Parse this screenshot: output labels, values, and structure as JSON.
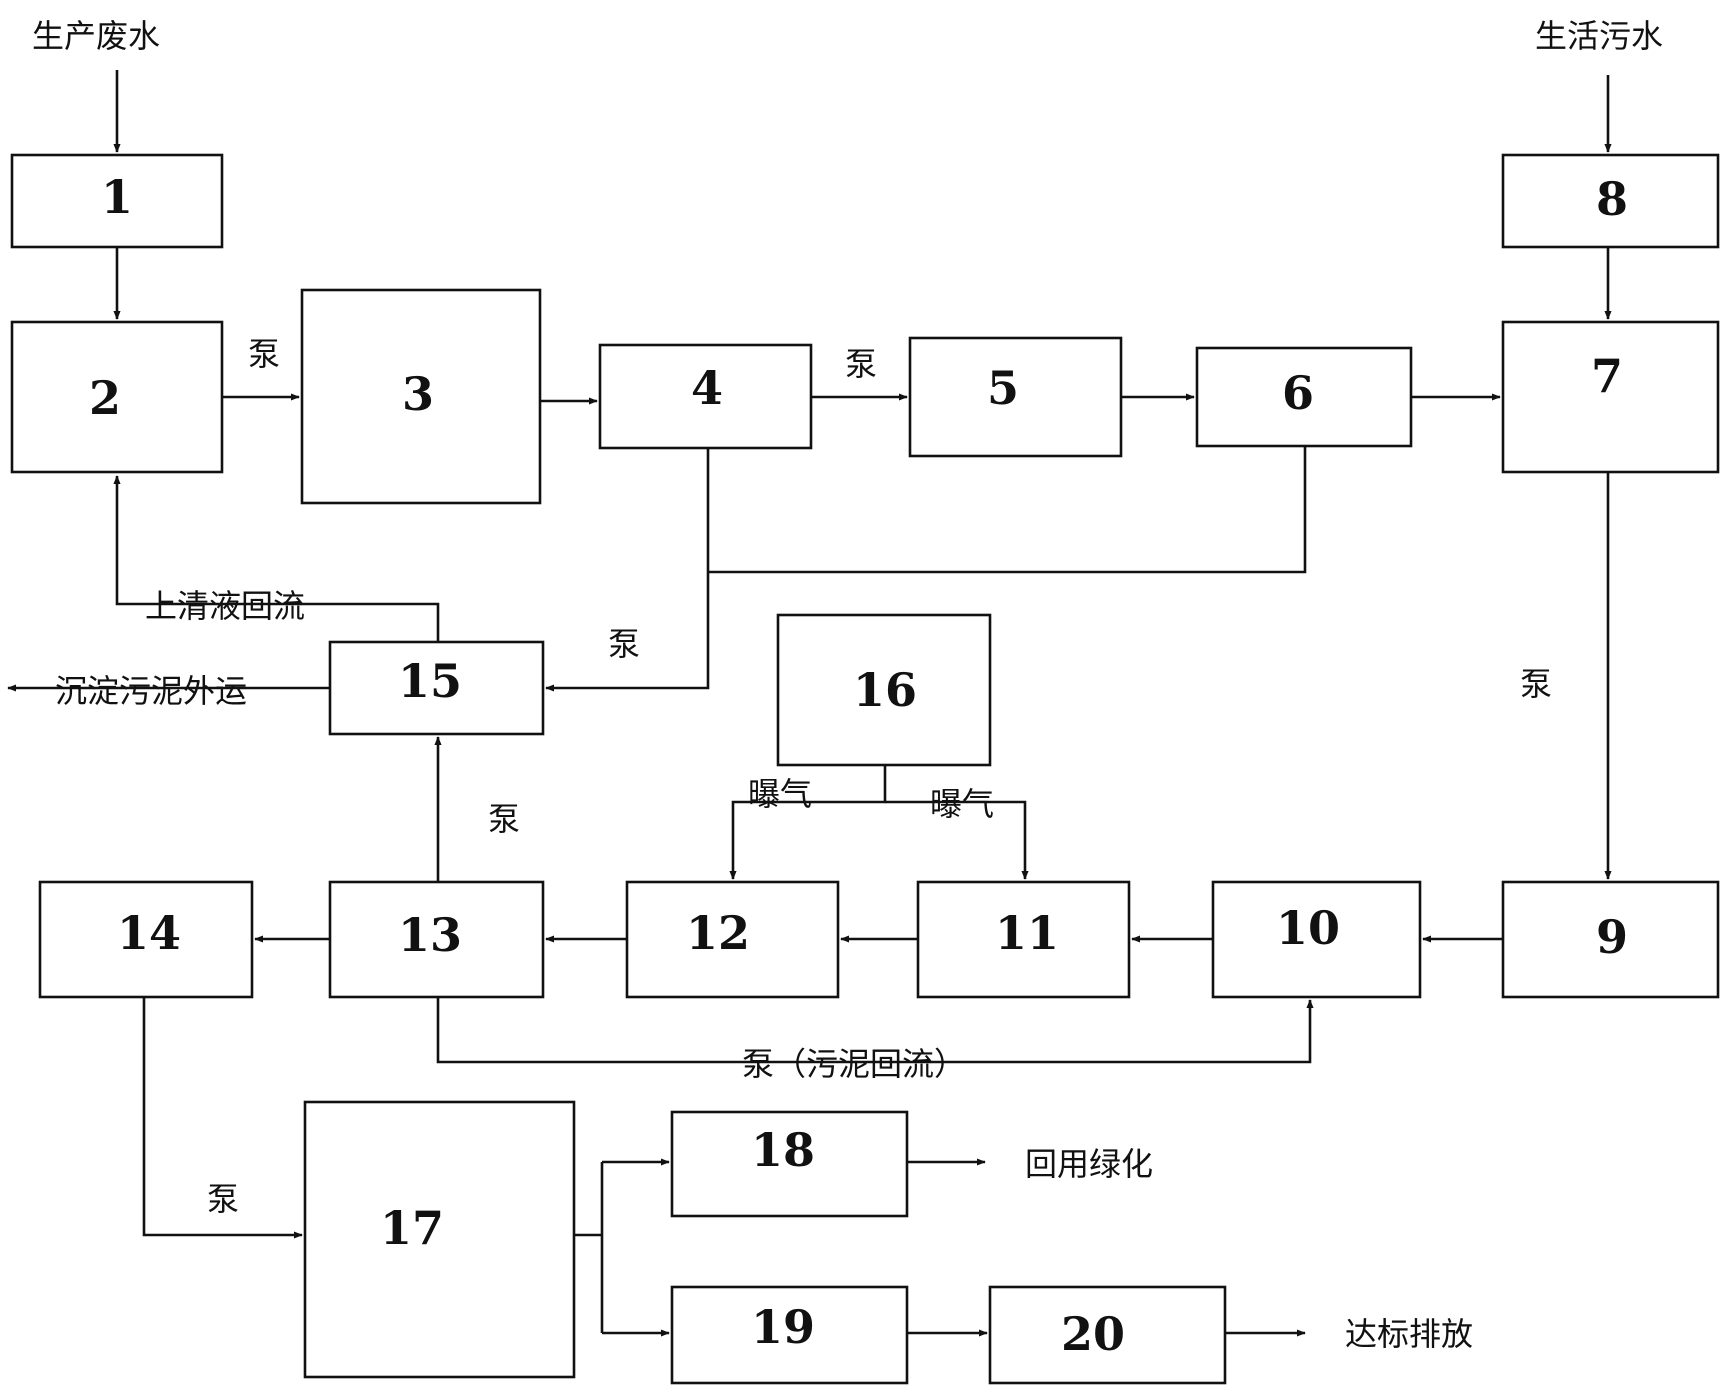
{
  "boxes": {
    "b1": "1",
    "b2": "2",
    "b3": "3",
    "b4": "4",
    "b5": "5",
    "b6": "6",
    "b7": "7",
    "b8": "8",
    "b9": "9",
    "b10": "10",
    "b11": "11",
    "b12": "12",
    "b13": "13",
    "b14": "14",
    "b15": "15",
    "b16": "16",
    "b17": "17",
    "b18": "18",
    "b19": "19",
    "b20": "20"
  },
  "labels": {
    "production_wastewater": "生产废水",
    "domestic_sewage": "生活污水",
    "pump": "泵",
    "supernatant_return": "上清液回流",
    "sludge_export": "沉淀污泥外运",
    "aeration": "曝气",
    "pump_sludge_return": "泵（污泥回流）",
    "reuse_greening": "回用绿化",
    "discharge_standard": "达标排放"
  },
  "colors": {
    "ink": "#111111",
    "background": "#ffffff"
  }
}
